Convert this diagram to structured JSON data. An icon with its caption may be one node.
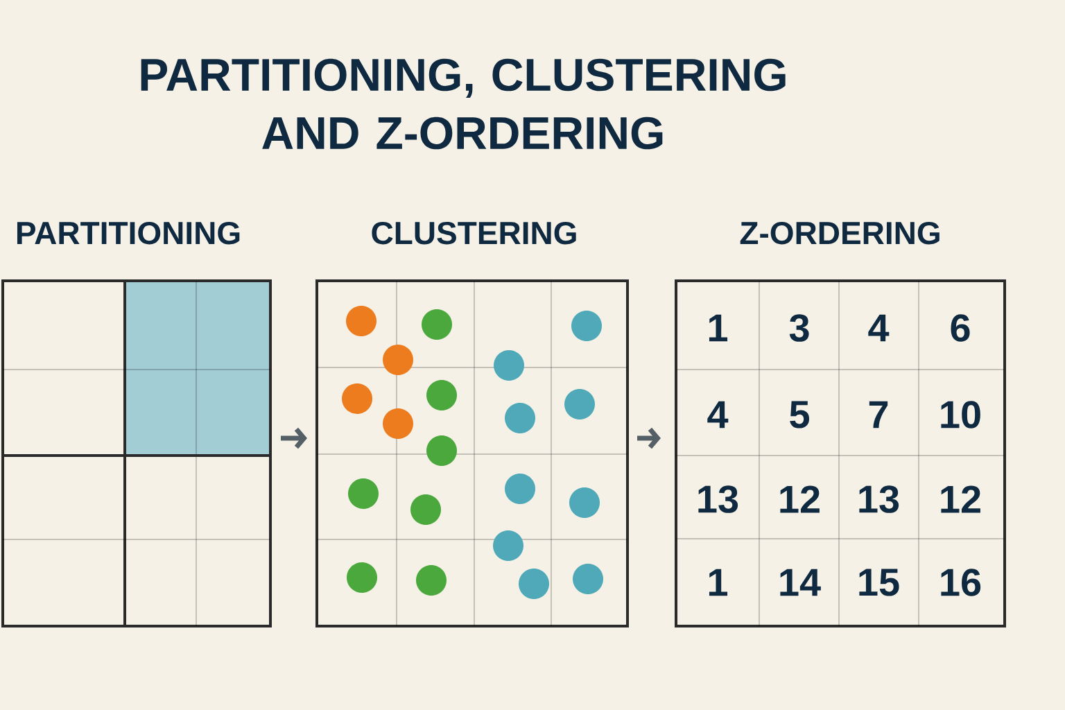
{
  "diagram": {
    "title": "PARTITIONING, CLUSTERING AND Z-ORDERING",
    "nodes": [
      {
        "text": [
          "PARTITIONING"
        ]
      },
      {
        "text": [
          "CLUSTERING"
        ]
      },
      {
        "text": [
          "Z-ORDERING"
        ]
      }
    ],
    "edges": [
      {
        "from": 0,
        "to": 1,
        "arrow": "to"
      },
      {
        "from": 1,
        "to": 2,
        "arrow": "to"
      }
    ],
    "labels": [
      "1",
      "3",
      "4",
      "6",
      "4",
      "5",
      "7",
      "10",
      "13",
      "12",
      "13",
      "12",
      "1",
      "14",
      "15",
      "16"
    ]
  }
}
